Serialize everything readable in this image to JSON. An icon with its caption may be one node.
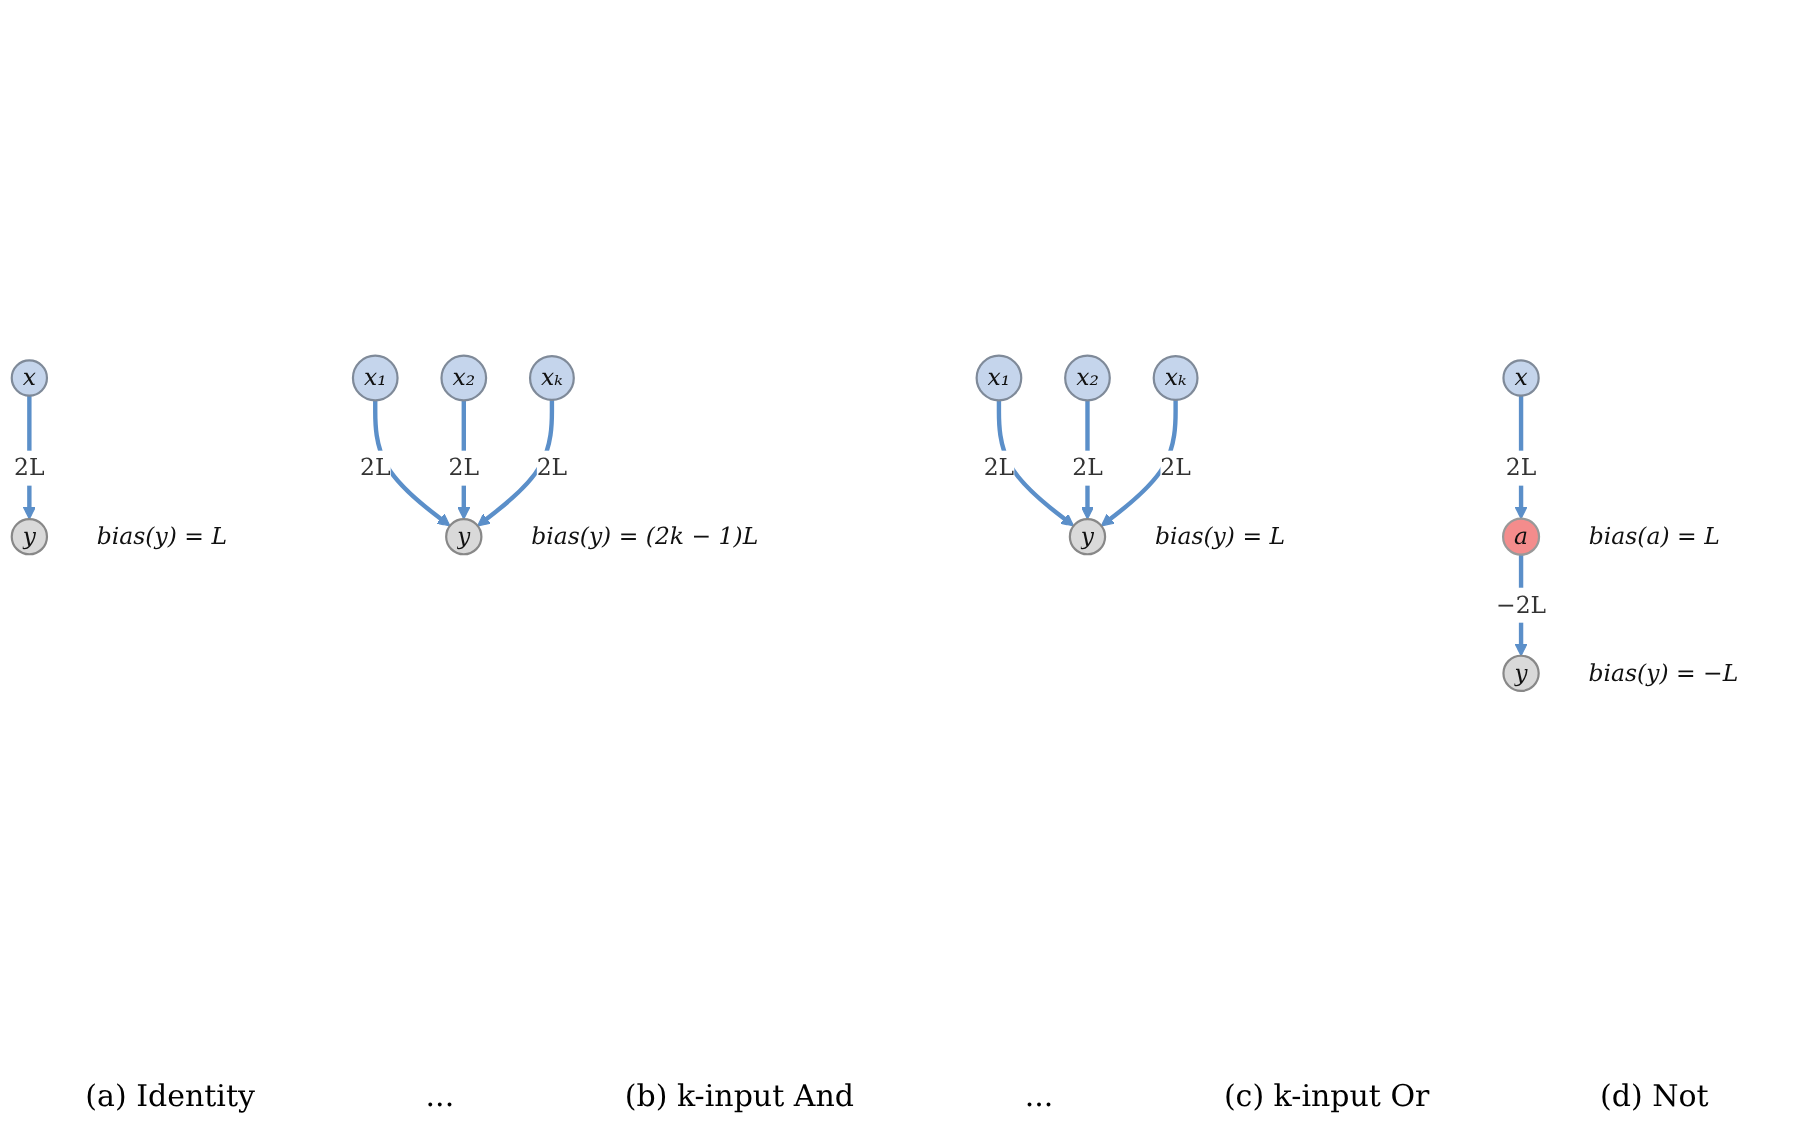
{
  "diagram": {
    "nodes": [
      {
        "text": [
          "x"
        ]
      },
      {
        "text": [
          "y"
        ],
        "beside": [
          "bias(y) = L"
        ]
      },
      {
        "text": [
          "x₁"
        ]
      },
      {
        "text": [
          "x₂"
        ]
      },
      {
        "text": [
          "xₖ"
        ]
      },
      {
        "text": [
          "y"
        ],
        "beside": [
          "bias(y) = (2k − 1)L"
        ]
      },
      {
        "text": [
          "x₁"
        ]
      },
      {
        "text": [
          "x₂"
        ]
      },
      {
        "text": [
          "xₖ"
        ]
      },
      {
        "text": [
          "y"
        ],
        "beside": [
          "bias(y) = L"
        ]
      },
      {
        "text": [
          "x"
        ]
      },
      {
        "text": [
          "a"
        ],
        "beside": [
          "bias(a) = L"
        ]
      },
      {
        "text": [
          "y"
        ],
        "beside": [
          "bias(y) = −L"
        ]
      }
    ],
    "edges": [
      {
        "from": 0,
        "to": 1,
        "arrow": "to",
        "label": "2L"
      },
      {
        "from": 2,
        "to": 5,
        "arrow": "to",
        "label": "2L"
      },
      {
        "from": 3,
        "to": 5,
        "arrow": "to",
        "label": "2L"
      },
      {
        "from": 4,
        "to": 5,
        "arrow": "to",
        "label": "2L"
      },
      {
        "from": 6,
        "to": 9,
        "arrow": "to",
        "label": "2L"
      },
      {
        "from": 7,
        "to": 9,
        "arrow": "to",
        "label": "2L"
      },
      {
        "from": 8,
        "to": 9,
        "arrow": "to",
        "label": "2L"
      },
      {
        "from": 10,
        "to": 11,
        "arrow": "to",
        "label": "2L"
      },
      {
        "from": 11,
        "to": 12,
        "arrow": "to",
        "label": "−2L"
      }
    ],
    "labels": [
      "(a) Identity",
      "...",
      "(b) k-input And",
      "...",
      "(c) k-input Or",
      "(d) Not"
    ]
  }
}
